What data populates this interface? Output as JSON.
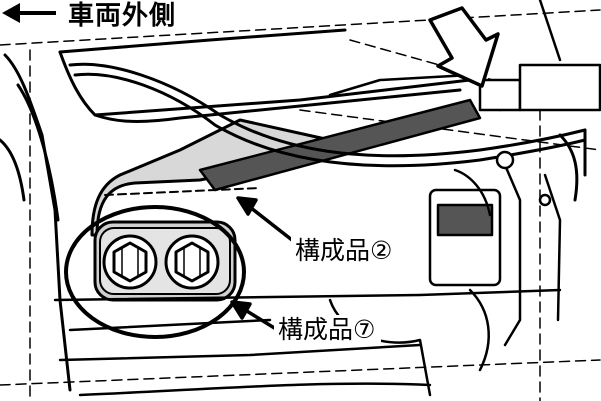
{
  "header": {
    "direction_label": "車両外側",
    "arrow_icon": "left-arrow-icon"
  },
  "callouts": [
    {
      "id": "2",
      "label": "構成品②"
    },
    {
      "id": "7",
      "label": "構成品⑦"
    }
  ],
  "colors": {
    "line": "#000000",
    "fill_gray": "#d4d4d4",
    "fill_dark": "#555555",
    "background": "#ffffff"
  }
}
